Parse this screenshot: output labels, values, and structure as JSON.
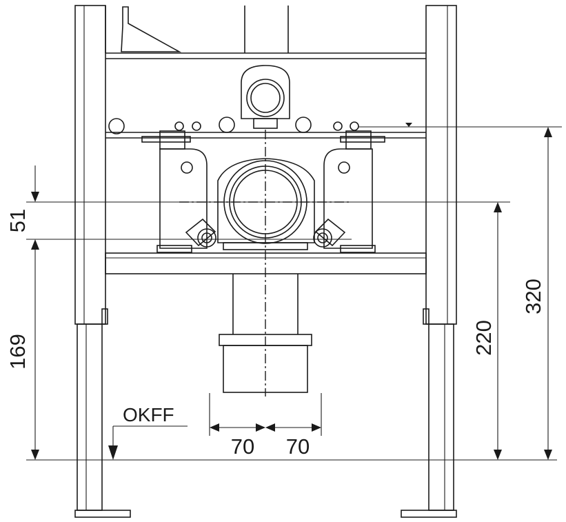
{
  "dimensions": {
    "d51": "51",
    "d169": "169",
    "d220": "220",
    "d320": "320",
    "d70_left": "70",
    "d70_right": "70"
  },
  "labels": {
    "floor_reference": "OKFF"
  },
  "colors": {
    "line": "#1a1a1a",
    "background": "#ffffff"
  }
}
